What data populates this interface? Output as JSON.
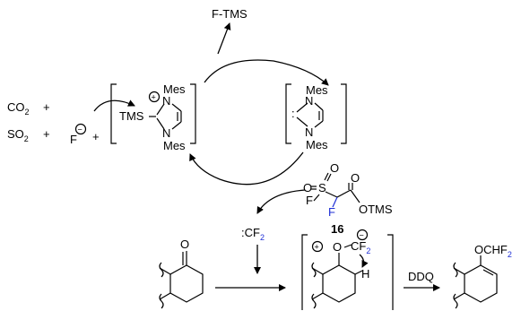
{
  "reagents": {
    "co2": "CO",
    "co2_sub": "2",
    "so2": "SO",
    "so2_sub": "2",
    "plus": "+",
    "fluoride": "F",
    "minus_charge": "−"
  },
  "catalyst_tms": {
    "tms": "TMS",
    "mes_top": "Mes",
    "mes_bottom": "Mes",
    "n": "N",
    "plus_charge": "+"
  },
  "carbene": {
    "mes_top": "Mes",
    "mes_bottom": "Mes",
    "n": "N",
    "lone_pair": ":"
  },
  "byproduct": {
    "label": "F-TMS"
  },
  "reagent_16": {
    "s": "S",
    "o": "O",
    "f": "F",
    "f_blue": "F",
    "otms": "OTMS",
    "number": "16"
  },
  "difluorocarbene": {
    "prefix": ":",
    "c": "CF",
    "sub": "2"
  },
  "ketone": {
    "o": "O"
  },
  "intermediate": {
    "o": "O",
    "cf2": "CF",
    "cf2_sub": "2",
    "h": "H",
    "plus_charge": "+",
    "minus_charge": "−"
  },
  "oxidant": {
    "label": "DDQ"
  },
  "product": {
    "ochf": "OCHF",
    "ochf_sub": "2"
  }
}
